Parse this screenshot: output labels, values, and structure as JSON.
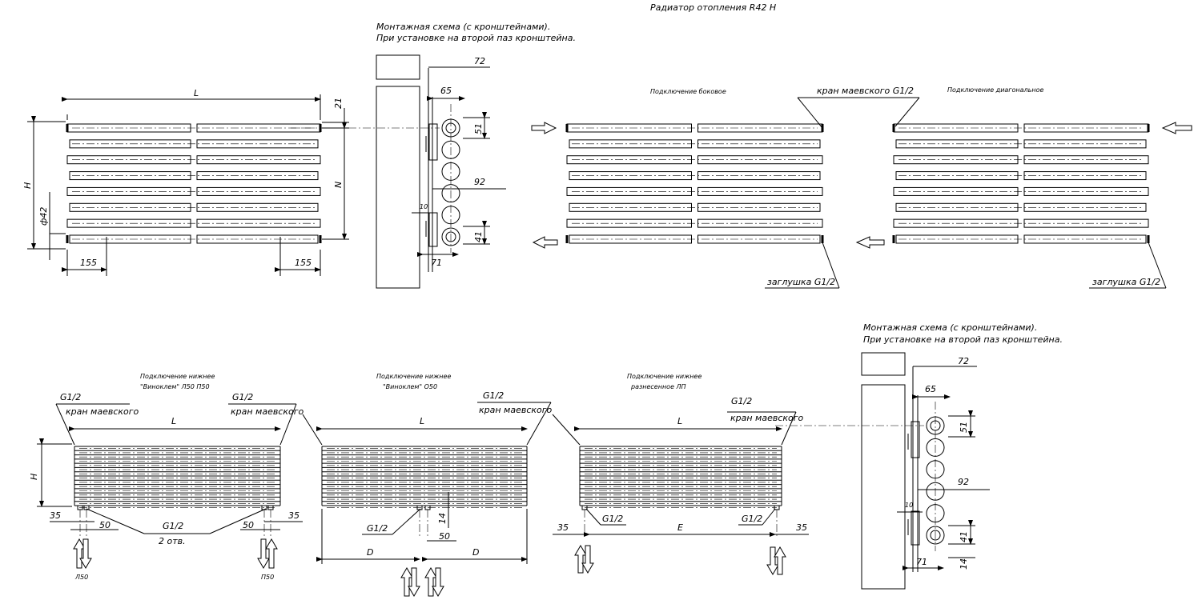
{
  "title": "Радиатор отопления R42 H",
  "mount_top": {
    "caption_1": "Монтажная схема (с кронштейнами).",
    "caption_2": "При установке на второй паз кронштейна.",
    "dims": {
      "d72": "72",
      "d65": "65",
      "d51": "51",
      "d92": "92",
      "d10": "10",
      "d41": "41",
      "d71": "71"
    }
  },
  "mount_bottom": {
    "caption_1": "Монтажная схема (с кронштейнами).",
    "caption_2": "При установке на второй паз кронштейна.",
    "dims": {
      "d72": "72",
      "d65": "65",
      "d51": "51",
      "d92": "92",
      "d10": "10",
      "d41": "41",
      "d71": "71",
      "d14": "14"
    }
  },
  "front_view": {
    "L": "L",
    "H": "H",
    "N": "N",
    "d21": "21",
    "phi": "ф42",
    "d155_left": "155",
    "d155_right": "155"
  },
  "side_conn": {
    "caption": "Подключение боковое",
    "valve": "кран маевского  G1/2",
    "plug": "заглушка G1/2"
  },
  "diag_conn": {
    "caption": "Подключение диагональное",
    "plug": "заглушка G1/2"
  },
  "bottom_a": {
    "caption_1": "Подключение нижнее",
    "caption_2": "\"Виноклем\" Л50 П50",
    "g_left": "G1/2",
    "valve_left": "кран маевского",
    "g_right": "G1/2",
    "valve_right": "кран маевского",
    "L": "L",
    "H": "H",
    "d35_left": "35",
    "d50_left": "50",
    "d50_right": "50",
    "d35_right": "35",
    "g_center": "G1/2",
    "holes": "2 отв.",
    "label_left": "Л50",
    "label_right": "П50"
  },
  "bottom_b": {
    "caption_1": "Подключение нижнее",
    "caption_2": "\"Виноклем\" О50",
    "g_top": "G1/2",
    "valve": "кран маевского",
    "L": "L",
    "d14": "14",
    "g_center": "G1/2",
    "d50": "50",
    "D_left": "D",
    "D_right": "D"
  },
  "bottom_c": {
    "caption_1": "Подключение нижнее",
    "caption_2": "разнесенное ЛП",
    "g_top": "G1/2",
    "valve": "кран маевского",
    "L": "L",
    "d35_left": "35",
    "g_left": "G1/2",
    "E": "E",
    "g_right": "G1/2",
    "d35_right": "35"
  }
}
